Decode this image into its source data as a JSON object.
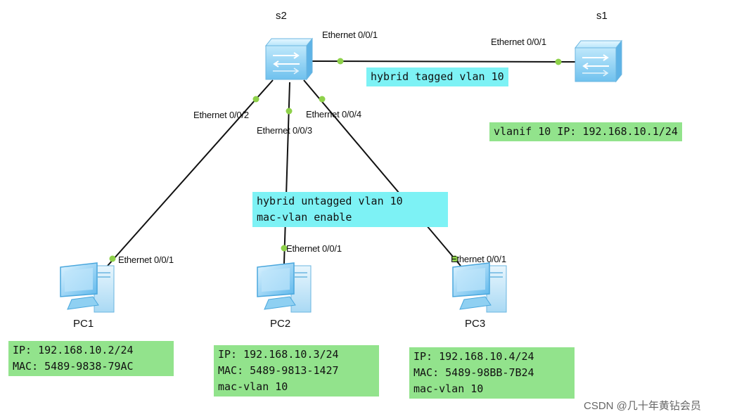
{
  "devices": {
    "s2": "s2",
    "s1": "s1",
    "pc1": "PC1",
    "pc2": "PC2",
    "pc3": "PC3"
  },
  "ports": {
    "s2_g1": "Ethernet 0/0/1",
    "s1_g1": "Ethernet 0/0/1",
    "s2_g2": "Ethernet 0/0/2",
    "s2_g3": "Ethernet 0/0/3",
    "s2_g4": "Ethernet 0/0/4",
    "pc1_g1": "Ethernet 0/0/1",
    "pc2_g1": "Ethernet 0/0/1",
    "pc3_g1": "Ethernet 0/0/1"
  },
  "notes": {
    "trunk": "hybrid tagged vlan 10",
    "vlanif": "vlanif 10 IP: 192.168.10.1/24",
    "access_line1": "hybrid untagged vlan 10",
    "access_line2": "mac-vlan enable",
    "pc1_ip": "IP: 192.168.10.2/24",
    "pc1_mac": "MAC: 5489-9838-79AC",
    "pc2_ip": "IP: 192.168.10.3/24",
    "pc2_mac": "MAC: 5489-9813-1427",
    "pc2_vlan": "mac-vlan 10",
    "pc3_ip": "IP: 192.168.10.4/24",
    "pc3_mac": "MAC: 5489-98BB-7B24",
    "pc3_vlan": "mac-vlan 10"
  },
  "watermark": "CSDN @几十年黄钻会员",
  "colors": {
    "note_green": "#92e38c",
    "note_cyan": "#7df2f5",
    "port_dot": "#8ed14a",
    "link": "#111111",
    "device_blue": "#7ccbf2"
  }
}
